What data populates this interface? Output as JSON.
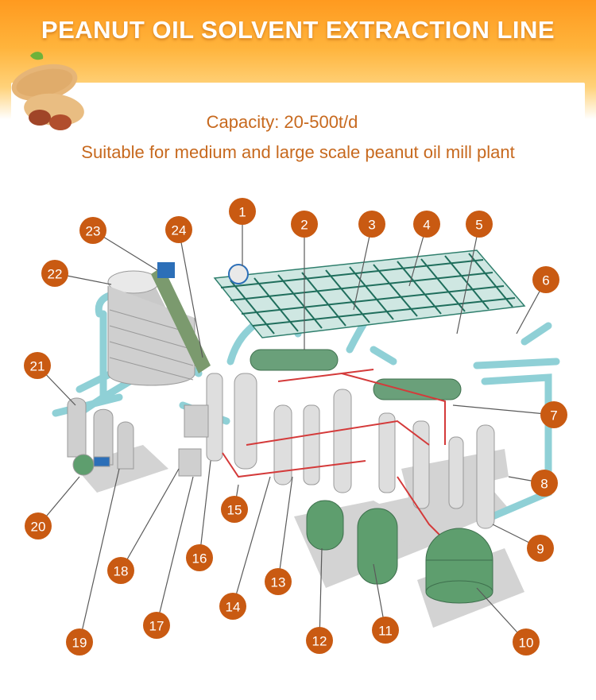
{
  "title": "PEANUT OIL SOLVENT EXTRACTION LINE",
  "capacity": "Capacity: 20-500t/d",
  "subtitle": "Suitable for medium and large scale peanut oil mill plant",
  "callouts": [
    "1",
    "2",
    "3",
    "4",
    "5",
    "6",
    "7",
    "8",
    "9",
    "10",
    "11",
    "12",
    "13",
    "14",
    "15",
    "16",
    "17",
    "18",
    "19",
    "20",
    "21",
    "22",
    "23",
    "24"
  ],
  "colors": {
    "accent": "#c95a12",
    "banner": "#ff9a1f",
    "text": "#c7691e",
    "pipe": "#8fd0d6",
    "tank": "#5e9e6e"
  }
}
